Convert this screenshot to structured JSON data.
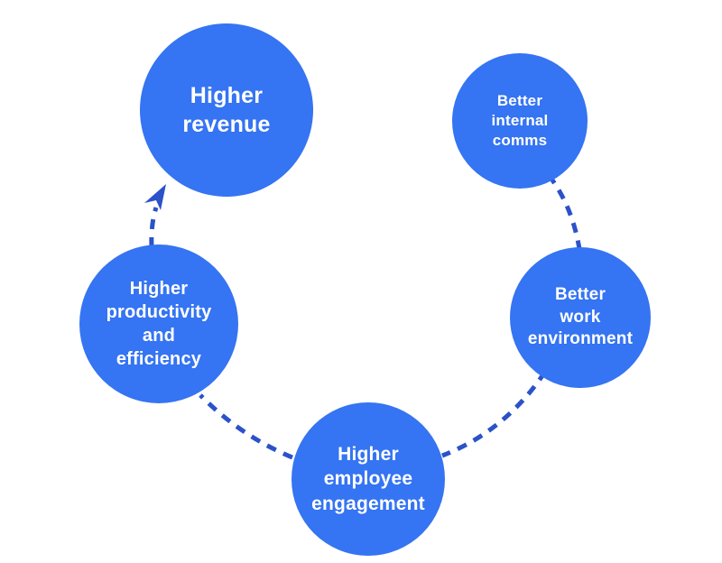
{
  "diagram": {
    "title": "",
    "background": "#ffffff",
    "node_color": "#3574f2",
    "text_color": "#ffffff",
    "connector_color": "#2b52c8",
    "nodes": [
      {
        "id": "higher-revenue",
        "label": "Higher\nrevenue"
      },
      {
        "id": "better-internal-comms",
        "label": "Better\ninternal\ncomms"
      },
      {
        "id": "better-work-environment",
        "label": "Better\nwork\nenvironment"
      },
      {
        "id": "higher-employee-engagement",
        "label": "Higher\nemployee\nengagement"
      },
      {
        "id": "higher-productivity-and-efficiency",
        "label": "Higher\nproductivity\nand\nefficiency"
      }
    ],
    "edges": [
      {
        "from": "better-internal-comms",
        "to": "better-work-environment",
        "style": "dashed"
      },
      {
        "from": "better-work-environment",
        "to": "higher-employee-engagement",
        "style": "dashed"
      },
      {
        "from": "higher-employee-engagement",
        "to": "higher-productivity-and-efficiency",
        "style": "dashed"
      },
      {
        "from": "higher-productivity-and-efficiency",
        "to": "higher-revenue",
        "style": "dashed-arrow"
      }
    ]
  }
}
